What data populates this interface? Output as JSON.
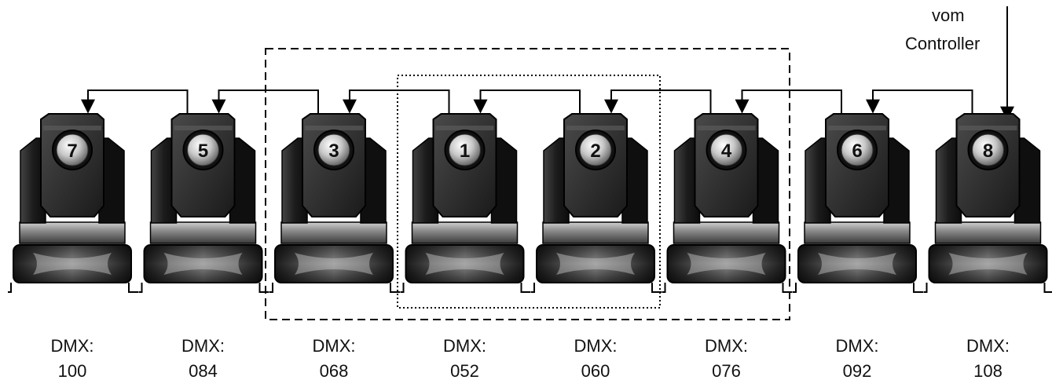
{
  "source_label": [
    "vom",
    "Controller"
  ],
  "heads": [
    {
      "number": "7",
      "dmx_label": "DMX:",
      "dmx_address": "100"
    },
    {
      "number": "5",
      "dmx_label": "DMX:",
      "dmx_address": "084"
    },
    {
      "number": "3",
      "dmx_label": "DMX:",
      "dmx_address": "068"
    },
    {
      "number": "1",
      "dmx_label": "DMX:",
      "dmx_address": "052"
    },
    {
      "number": "2",
      "dmx_label": "DMX:",
      "dmx_address": "060"
    },
    {
      "number": "4",
      "dmx_label": "DMX:",
      "dmx_address": "076"
    },
    {
      "number": "6",
      "dmx_label": "DMX:",
      "dmx_address": "092"
    },
    {
      "number": "8",
      "dmx_label": "DMX:",
      "dmx_address": "108"
    }
  ]
}
